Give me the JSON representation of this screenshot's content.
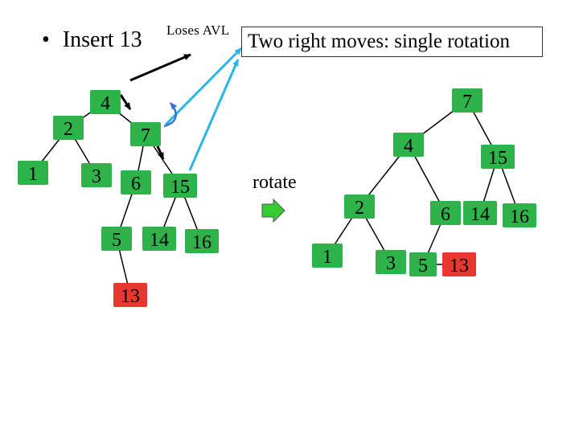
{
  "header": {
    "bullet": "•",
    "title": "Insert 13",
    "note": "Loses AVL",
    "callout": "Two right moves: single rotation"
  },
  "action": {
    "label": "rotate"
  },
  "colors": {
    "node_fill": "#2db34a",
    "new_node_fill": "#e8372e",
    "edge": "#000000",
    "pointer_dark": "#000000",
    "pointer_cyan": "#29b6e6",
    "rotation_arrow": "#3b6fd6",
    "rotate_arrow_fill": "#33cc33"
  },
  "before_tree": {
    "nodes": [
      {
        "id": "b4",
        "label": "4"
      },
      {
        "id": "b2",
        "label": "2"
      },
      {
        "id": "b1",
        "label": "1"
      },
      {
        "id": "b3",
        "label": "3"
      },
      {
        "id": "b7",
        "label": "7"
      },
      {
        "id": "b6",
        "label": "6"
      },
      {
        "id": "b5",
        "label": "5"
      },
      {
        "id": "b15",
        "label": "15"
      },
      {
        "id": "b14",
        "label": "14"
      },
      {
        "id": "b16",
        "label": "16"
      },
      {
        "id": "b13",
        "label": "13",
        "new": true
      }
    ],
    "edges": [
      [
        "b4",
        "b2"
      ],
      [
        "b2",
        "b1"
      ],
      [
        "b2",
        "b3"
      ],
      [
        "b4",
        "b7"
      ],
      [
        "b7",
        "b6"
      ],
      [
        "b6",
        "b5"
      ],
      [
        "b7",
        "b15"
      ],
      [
        "b15",
        "b14"
      ],
      [
        "b15",
        "b16"
      ],
      [
        "b5",
        "b13"
      ]
    ]
  },
  "after_tree": {
    "nodes": [
      {
        "id": "a7",
        "label": "7"
      },
      {
        "id": "a4",
        "label": "4"
      },
      {
        "id": "a15",
        "label": "15"
      },
      {
        "id": "a2",
        "label": "2"
      },
      {
        "id": "a6",
        "label": "6"
      },
      {
        "id": "a14",
        "label": "14"
      },
      {
        "id": "a16",
        "label": "16"
      },
      {
        "id": "a1",
        "label": "1"
      },
      {
        "id": "a3",
        "label": "3"
      },
      {
        "id": "a5",
        "label": "5"
      },
      {
        "id": "a13",
        "label": "13",
        "new": true
      }
    ],
    "edges": [
      [
        "a7",
        "a4"
      ],
      [
        "a7",
        "a15"
      ],
      [
        "a4",
        "a2"
      ],
      [
        "a4",
        "a6"
      ],
      [
        "a2",
        "a1"
      ],
      [
        "a2",
        "a3"
      ],
      [
        "a6",
        "a5"
      ],
      [
        "a5",
        "a13"
      ],
      [
        "a15",
        "a14"
      ],
      [
        "a15",
        "a16"
      ]
    ]
  }
}
